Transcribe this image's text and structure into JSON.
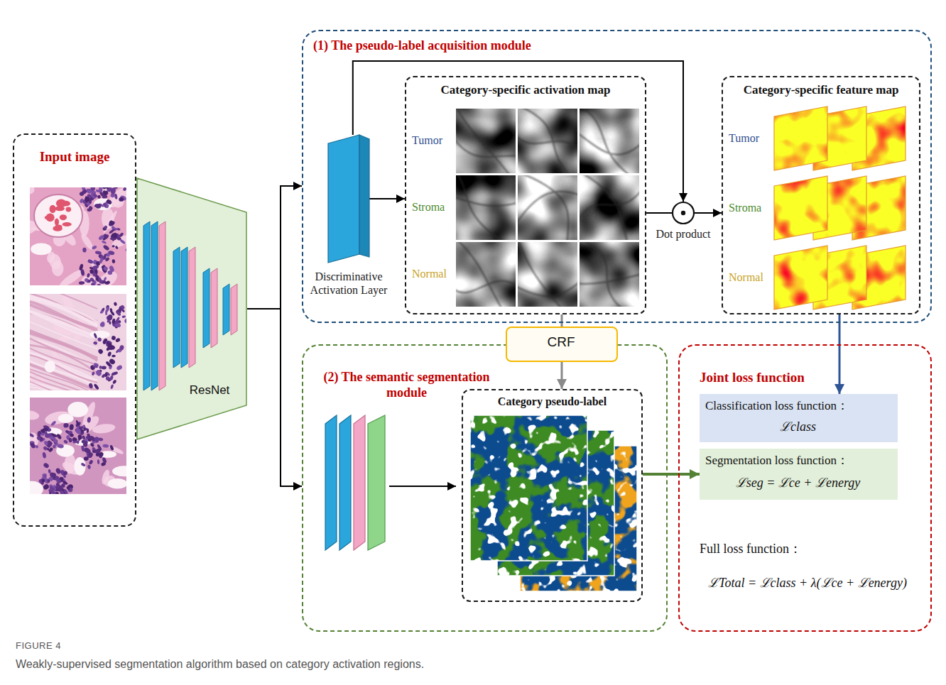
{
  "diagram": {
    "caption": "Weakly-supervised segmentation algorithm based on category activation regions.",
    "nodes": [
      {
        "text": [
          "Input image"
        ]
      },
      {
        "text": [
          "ResNet"
        ]
      },
      {
        "text": [
          "(1) The pseudo-label acquisition module"
        ]
      },
      {
        "text": [
          "Discriminative Activation Layer"
        ],
        "in": 2
      },
      {
        "text": [
          "Category-specific activation map"
        ],
        "in": 2
      },
      {
        "text": [
          "Dot product"
        ],
        "in": 2
      },
      {
        "text": [
          "Category-specific feature map"
        ],
        "in": 2
      },
      {
        "text": [
          "(2) The semantic segmentation module"
        ]
      },
      {
        "text": [
          "CRF"
        ]
      },
      {
        "text": [
          "Category pseudo-label"
        ],
        "in": 7
      },
      {
        "text": [
          "Joint loss function",
          "Full loss function：",
          "ℒTotal = ℒclass + λ(ℒce + ℒenergy)"
        ]
      },
      {
        "text": [
          "Classification loss function：",
          "ℒclass"
        ],
        "in": 10
      },
      {
        "text": [
          "Segmentation loss function：",
          "ℒseg = ℒce + ℒenergy"
        ],
        "in": 10
      }
    ],
    "edges": [
      {
        "from": 1,
        "to": 2,
        "arrow": "to"
      },
      {
        "from": 1,
        "to": 7,
        "arrow": "to"
      },
      {
        "from": 3,
        "to": 4,
        "arrow": "to"
      },
      {
        "from": 3,
        "to": 5,
        "arrow": "to"
      },
      {
        "from": 4,
        "to": 5,
        "arrow": "none"
      },
      {
        "from": 5,
        "to": 6,
        "arrow": "to"
      },
      {
        "from": 4,
        "to": 8,
        "arrow": "none"
      },
      {
        "from": 8,
        "to": 9,
        "arrow": "to"
      },
      {
        "from": 6,
        "to": 11,
        "arrow": "to"
      },
      {
        "from": 9,
        "to": 12,
        "arrow": "to"
      }
    ],
    "labels": [
      "Tumor",
      "Stroma",
      "Normal",
      "Tumor",
      "Stroma",
      "Normal",
      "FIGURE 4"
    ]
  }
}
